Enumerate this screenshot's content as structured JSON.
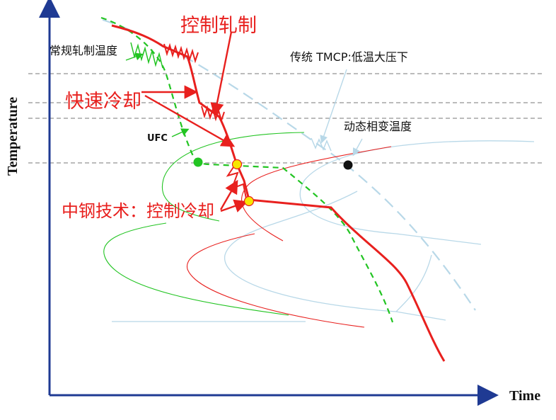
{
  "axes": {
    "x_label": "Time",
    "y_label": "Temperature"
  },
  "labels": {
    "controlled_rolling": "控制轧制",
    "conventional_rolling_temp": "常规轧制温度",
    "fast_cooling": "快速冷却",
    "ufc": "UFC",
    "traditional_tmcp": "传统 TMCP:低温大压下",
    "transformation_temp": "动态相变温度",
    "zhonggang_tech": "中钢技术：控制冷却"
  },
  "colors": {
    "red": "#e8201e",
    "green": "#22c422",
    "light_blue": "#b8d8e8",
    "dark_blue_axis": "#1f3a93",
    "gray_dashed": "#777777",
    "yellow_marker": "#f7e600"
  }
}
